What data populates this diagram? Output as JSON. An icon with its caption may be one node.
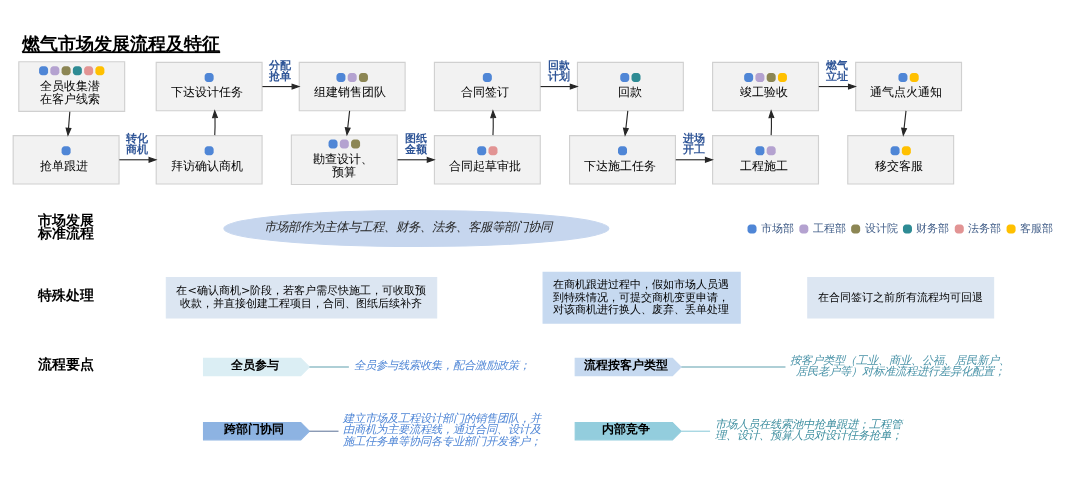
{
  "diagram": {
    "title": "燃气市场发展流程及特征",
    "nodes": [
      {
        "text": [
          "全员收集潜在客户线索"
        ]
      },
      {
        "text": [
          "下达设计任务"
        ]
      },
      {
        "text": [
          "组建销售团队"
        ]
      },
      {
        "text": [
          "合同签订"
        ]
      },
      {
        "text": [
          "回款"
        ]
      },
      {
        "text": [
          "竣工验收"
        ]
      },
      {
        "text": [
          "通气点火通知"
        ]
      },
      {
        "text": [
          "市场部作为主体与工程、财务、法务、客服等部门协同"
        ]
      },
      {
        "text": [
          "抢单跟进"
        ]
      },
      {
        "text": [
          "拜访确认商机"
        ]
      },
      {
        "text": [
          "勘查设计、预算"
        ]
      },
      {
        "text": [
          "合同起草审批"
        ]
      },
      {
        "text": [
          "下达施工任务"
        ]
      },
      {
        "text": [
          "工程施工"
        ]
      },
      {
        "text": [
          "移交客服"
        ]
      },
      {
        "text": [
          "在<确认商机>阶段，若客户需尽快施工，可收取预收款，并直接创建工程项目，合同、图纸后续补齐"
        ]
      },
      {
        "text": [
          "在商机跟进过程中，假如市场人员遇到特殊情况，可提交商机变更申请，对该商机进行换人、废弃、丢单处理"
        ]
      },
      {
        "text": [
          "在合同签订之前所有流程均可回退"
        ]
      },
      {
        "text": [
          "全员参与"
        ]
      },
      {
        "text": [
          "全员参与线索收集，配合激励政策；"
        ]
      },
      {
        "text": [
          "流程按客户类型"
        ]
      },
      {
        "text": [
          "按客户类型（工业、商业、公福、居民新户、居民老户等）对标准流程进行差异化配置；"
        ]
      },
      {
        "text": [
          "跨部门协同"
        ]
      },
      {
        "text": [
          "建立市场及工程设计部门的销售团队，并由商机为主要流程线，通过合同、设计及施工任务单等协同各专业部门开发客户；"
        ]
      },
      {
        "text": [
          "内部竞争"
        ]
      },
      {
        "text": [
          "市场人员在线索池中抢单跟进；工程管理、设计、预算人员对设计任务抢单；"
        ]
      }
    ],
    "edges": [
      {
        "from": 0,
        "to": 8,
        "arrow": "to"
      },
      {
        "from": 8,
        "to": 9,
        "arrow": "to",
        "label": "转化商机"
      },
      {
        "from": 9,
        "to": 1,
        "arrow": "to"
      },
      {
        "from": 1,
        "to": 2,
        "arrow": "to",
        "label": "分配抢单"
      },
      {
        "from": 2,
        "to": 10,
        "arrow": "to"
      },
      {
        "from": 10,
        "to": 11,
        "arrow": "to",
        "label": "图纸金额"
      },
      {
        "from": 11,
        "to": 3,
        "arrow": "to"
      },
      {
        "from": 3,
        "to": 4,
        "arrow": "to",
        "label": "回款计划"
      },
      {
        "from": 4,
        "to": 12,
        "arrow": "to"
      },
      {
        "from": 12,
        "to": 13,
        "arrow": "to",
        "label": "进场开工"
      },
      {
        "from": 13,
        "to": 5,
        "arrow": "to"
      },
      {
        "from": 5,
        "to": 6,
        "arrow": "to",
        "label": "燃气立址"
      },
      {
        "from": 6,
        "to": 14,
        "arrow": "to"
      },
      {
        "from": 18,
        "to": 19,
        "arrow": "none",
        "color": "#5f9fae"
      },
      {
        "from": 20,
        "to": 21,
        "arrow": "none",
        "color": "#5f9fae"
      },
      {
        "from": 22,
        "to": 23,
        "arrow": "none",
        "color": "#6b7fa0"
      },
      {
        "from": 24,
        "to": 25,
        "arrow": "none",
        "color": "#92cddc"
      }
    ],
    "labels": [
      "市场发展标准流程",
      "特殊处理",
      "流程要点"
    ],
    "legend": [
      {
        "text": "市场部",
        "color": "#4f86d6"
      },
      {
        "text": "工程部",
        "color": "#b4a2d0"
      },
      {
        "text": "设计院",
        "color": "#8c8654"
      },
      {
        "text": "财务部",
        "color": "#2e8b94"
      },
      {
        "text": "法务部",
        "color": "#e29494"
      },
      {
        "text": "客服部",
        "color": "#ffc000"
      }
    ]
  }
}
